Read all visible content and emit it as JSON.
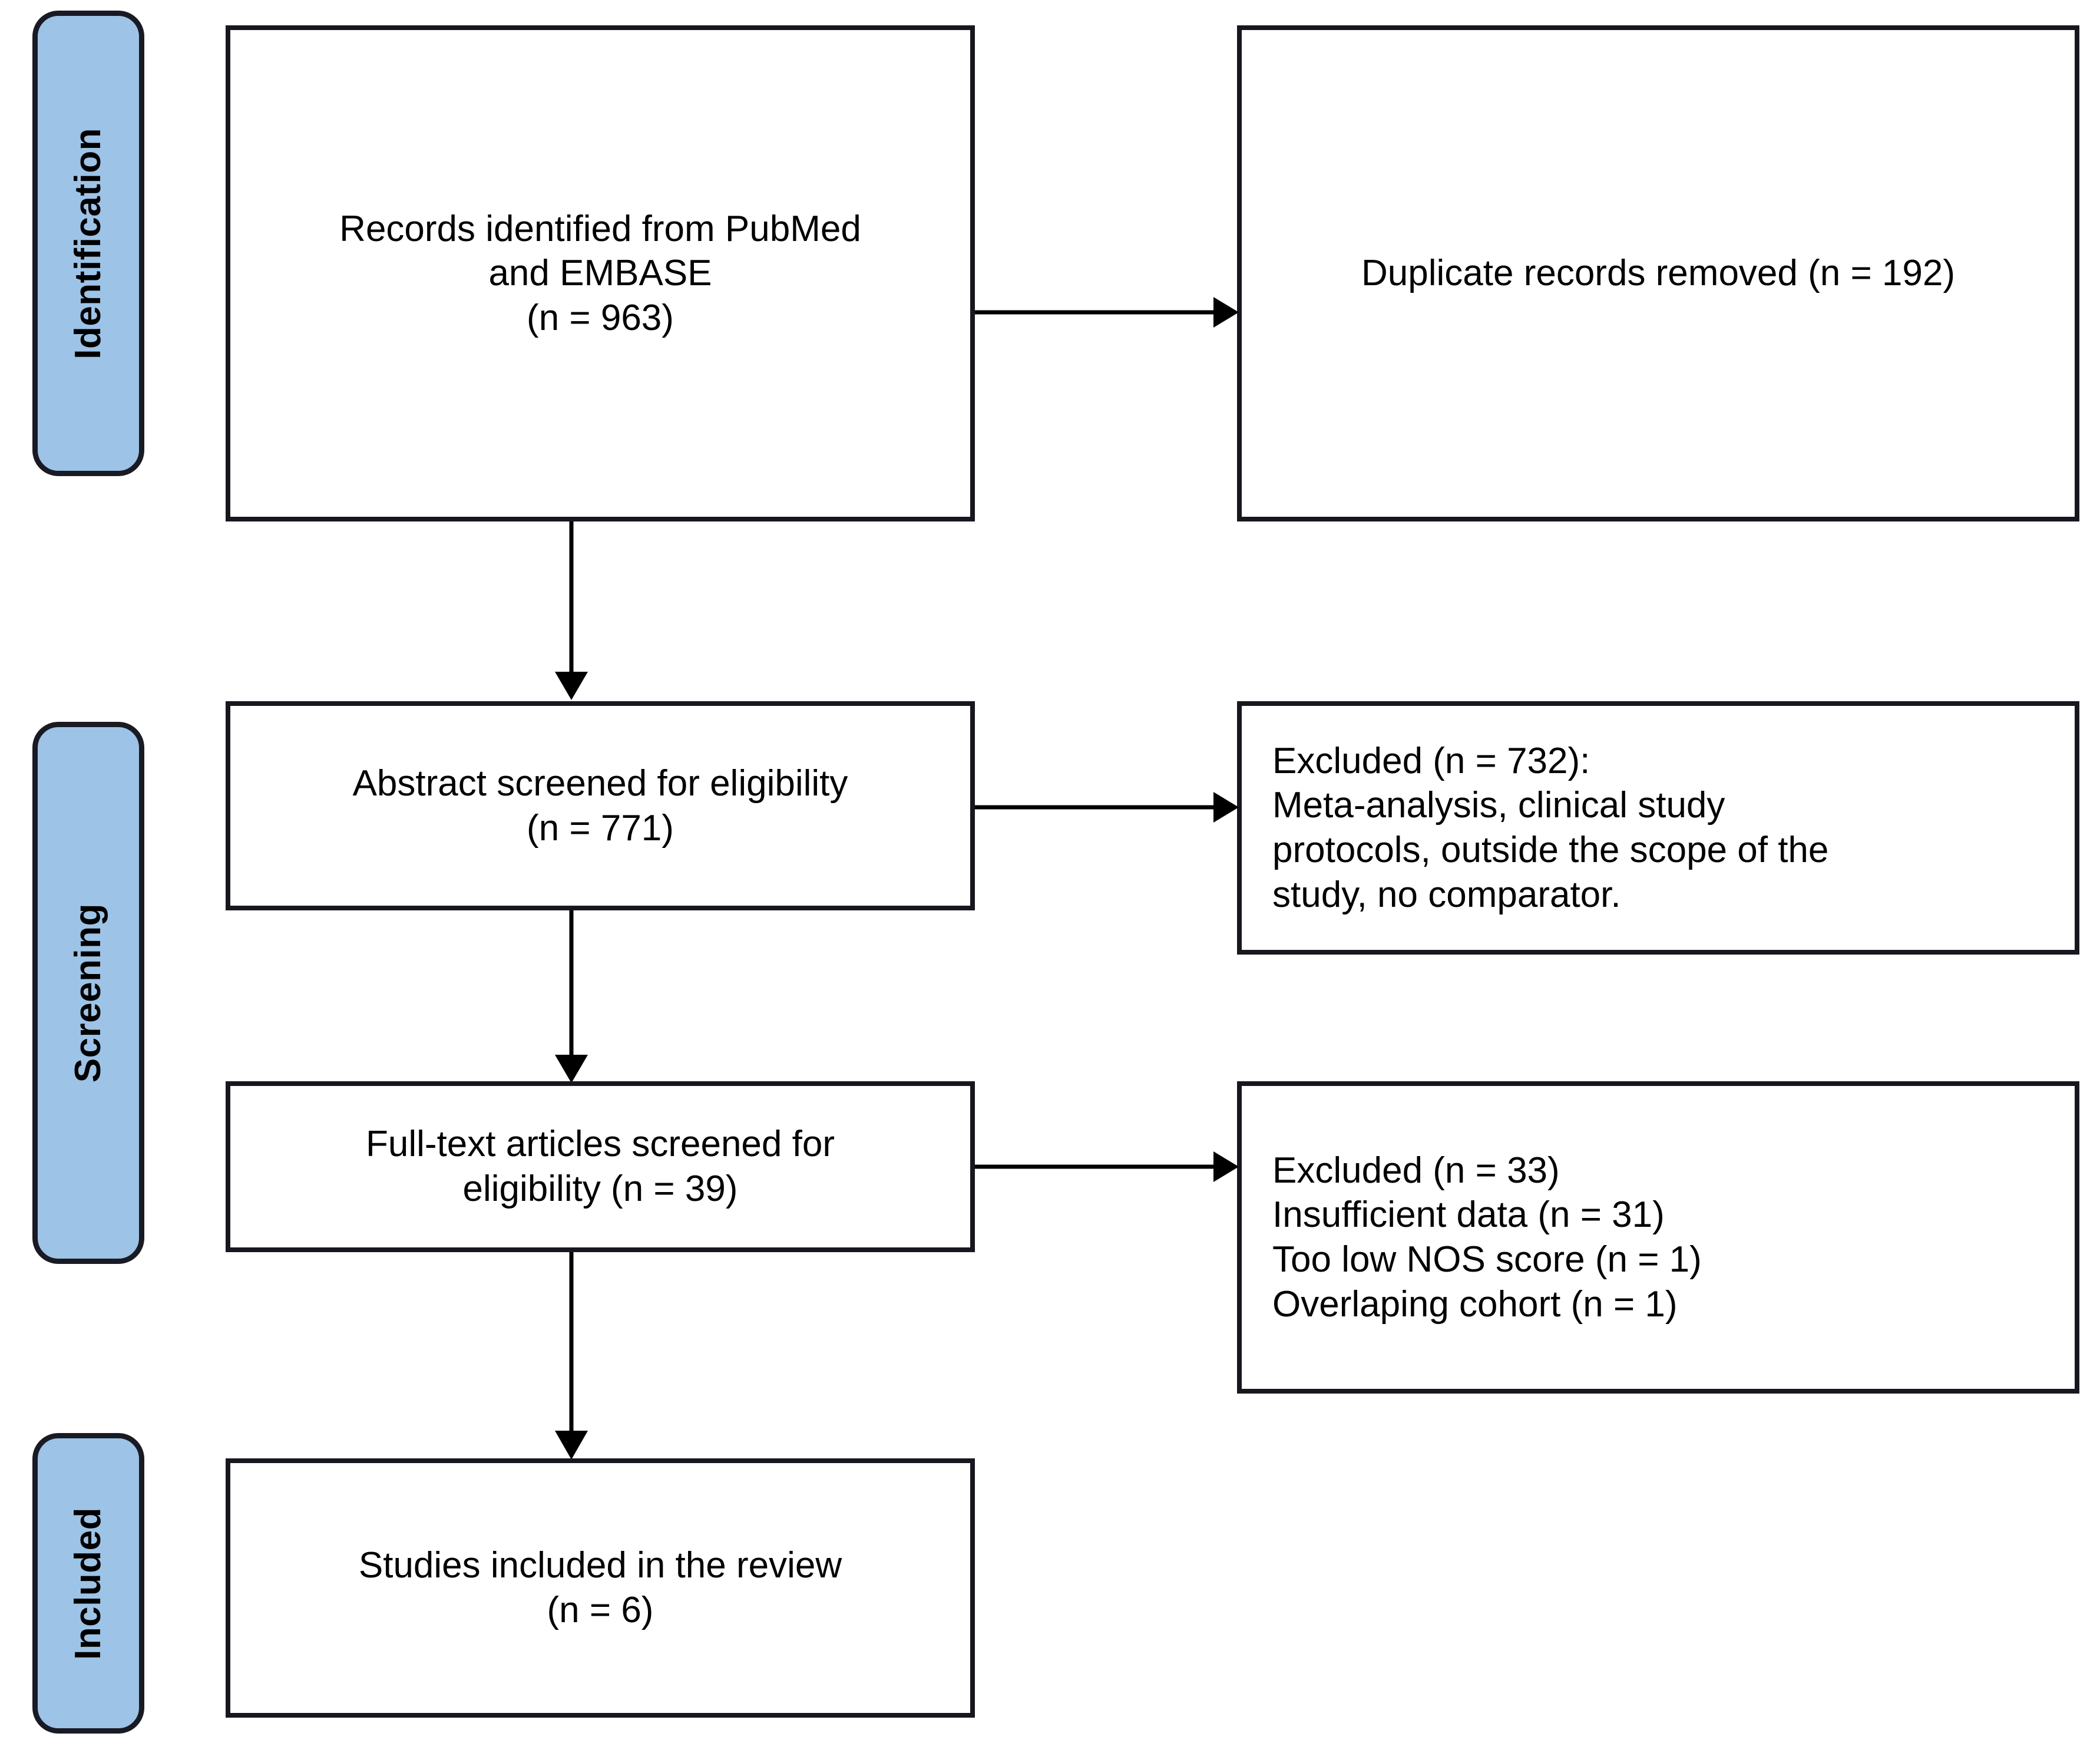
{
  "diagram": {
    "title": "PRISMA flow diagram",
    "colors": {
      "stage_fill": "#9DC3E6",
      "stage_border": "#1A1A24",
      "box_border": "#17171F",
      "box_fill": "#FFFFFF",
      "connector": "#000000",
      "text": "#000000"
    },
    "stages": [
      {
        "id": "identification",
        "label": "Identification"
      },
      {
        "id": "screening",
        "label": "Screening"
      },
      {
        "id": "included",
        "label": "Included"
      }
    ],
    "boxes": [
      {
        "id": "records-identified",
        "stage": "identification",
        "column": "left",
        "align": "center",
        "text": "Records identified from PubMed\nand EMBASE\n(n = 963)"
      },
      {
        "id": "duplicates-removed",
        "stage": "identification",
        "column": "right",
        "align": "center",
        "text": "Duplicate records removed (n = 192)"
      },
      {
        "id": "abstract-screened",
        "stage": "screening",
        "column": "left",
        "align": "center",
        "text": "Abstract screened for eligibility\n(n = 771)"
      },
      {
        "id": "excluded-abstract",
        "stage": "screening",
        "column": "right",
        "align": "left",
        "text": "Excluded (n = 732):\nMeta-analysis, clinical study\nprotocols, outside the scope of the\nstudy, no comparator."
      },
      {
        "id": "fulltext-screened",
        "stage": "screening",
        "column": "left",
        "align": "center",
        "text": "Full-text articles screened for\neligibility (n = 39)"
      },
      {
        "id": "excluded-fulltext",
        "stage": "screening",
        "column": "right",
        "align": "left",
        "text": "Excluded (n = 33)\nInsufficient data (n = 31)\nToo low NOS score (n = 1)\nOverlaping cohort (n = 1)"
      },
      {
        "id": "studies-included",
        "stage": "included",
        "column": "left",
        "align": "center",
        "text": "Studies included in the review\n(n = 6)"
      }
    ],
    "connectors": [
      {
        "id": "identified-to-duplicates",
        "from": "records-identified",
        "to": "duplicates-removed",
        "direction": "right"
      },
      {
        "id": "identified-to-abstract",
        "from": "records-identified",
        "to": "abstract-screened",
        "direction": "down"
      },
      {
        "id": "abstract-to-excluded",
        "from": "abstract-screened",
        "to": "excluded-abstract",
        "direction": "right"
      },
      {
        "id": "abstract-to-fulltext",
        "from": "abstract-screened",
        "to": "fulltext-screened",
        "direction": "down"
      },
      {
        "id": "fulltext-to-excluded",
        "from": "fulltext-screened",
        "to": "excluded-fulltext",
        "direction": "right"
      },
      {
        "id": "fulltext-to-included",
        "from": "fulltext-screened",
        "to": "studies-included",
        "direction": "down"
      }
    ],
    "counts": {
      "records_identified": 963,
      "duplicates_removed": 192,
      "abstract_screened": 771,
      "excluded_at_abstract": 732,
      "fulltext_screened": 39,
      "excluded_at_fulltext": 33,
      "insufficient_data": 31,
      "too_low_nos_score": 1,
      "overlapping_cohort": 1,
      "studies_included": 6
    }
  }
}
